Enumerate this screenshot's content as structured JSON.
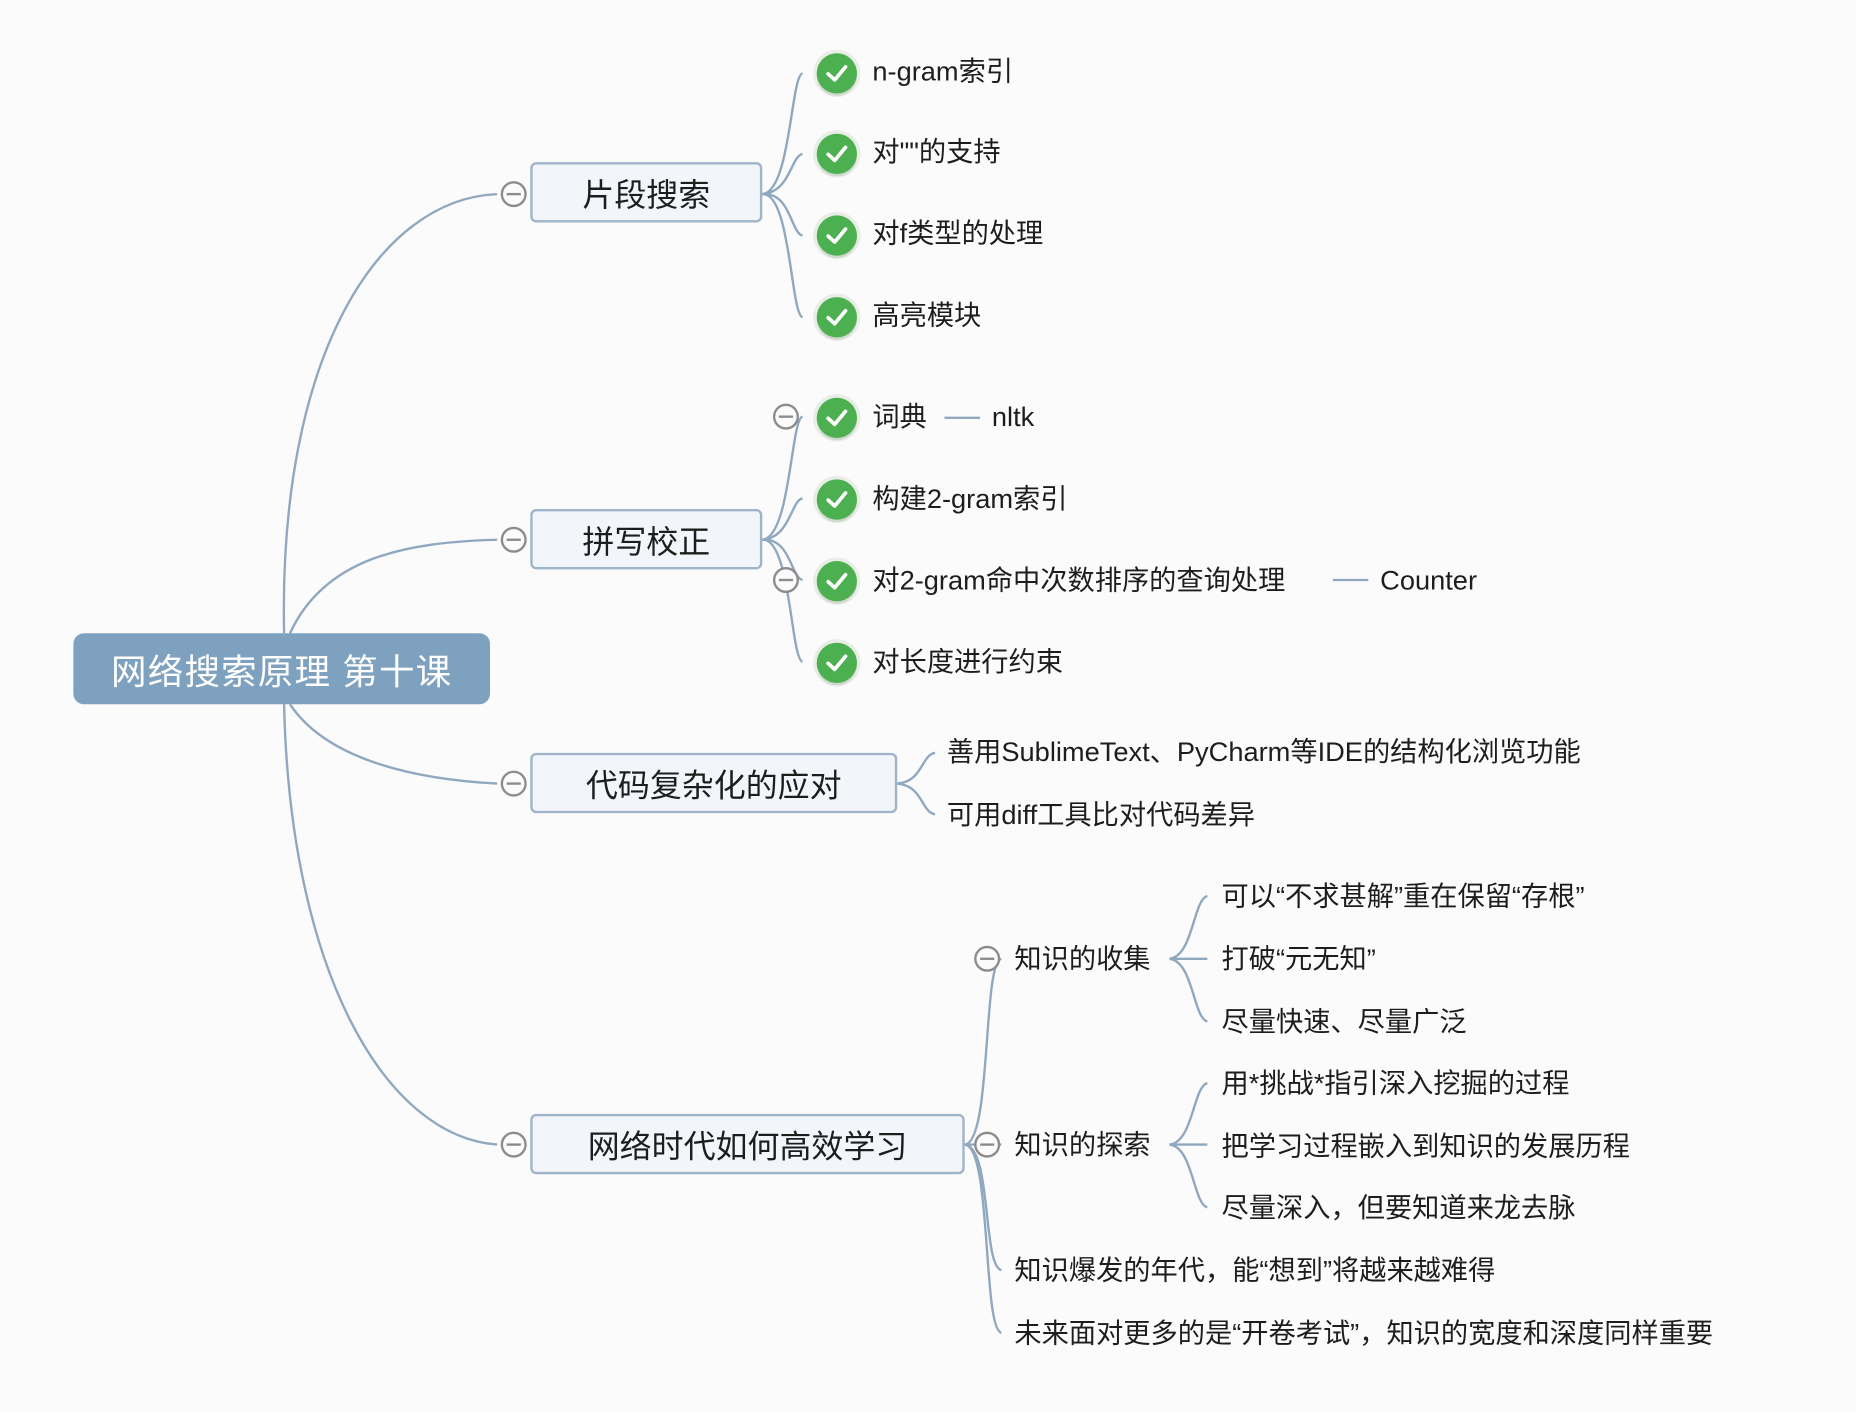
{
  "root": "网络搜索原理 第十课",
  "branches": {
    "b1": {
      "label": "片段搜索",
      "items": [
        "n-gram索引",
        "对\"\"的支持",
        "对f类型的处理",
        "高亮模块"
      ]
    },
    "b2": {
      "label": "拼写校正",
      "items": [
        "词典",
        "构建2-gram索引",
        "对2-gram命中次数排序的查询处理",
        "对长度进行约束"
      ],
      "attach1": "nltk",
      "attach3": "Counter"
    },
    "b3": {
      "label": "代码复杂化的应对",
      "items": [
        "善用SublimeText、PyCharm等IDE的结构化浏览功能",
        "可用diff工具比对代码差异"
      ]
    },
    "b4": {
      "label": "网络时代如何高效学习",
      "sub1": {
        "label": "知识的收集",
        "items": [
          "可以“不求甚解”重在保留“存根”",
          "打破“元无知”",
          "尽量快速、尽量广泛"
        ]
      },
      "sub2": {
        "label": "知识的探索",
        "items": [
          "用*挑战*指引深入挖掘的过程",
          "把学习过程嵌入到知识的发展历程",
          "尽量深入，但要知道来龙去脉"
        ]
      },
      "items": [
        "知识爆发的年代，能“想到”将越来越难得",
        "未来面对更多的是“开卷考试”，知识的宽度和深度同样重要"
      ]
    }
  },
  "colors": {
    "root": "#7fa1c0",
    "line": "#8fa8bf",
    "check": "#4caf50"
  }
}
